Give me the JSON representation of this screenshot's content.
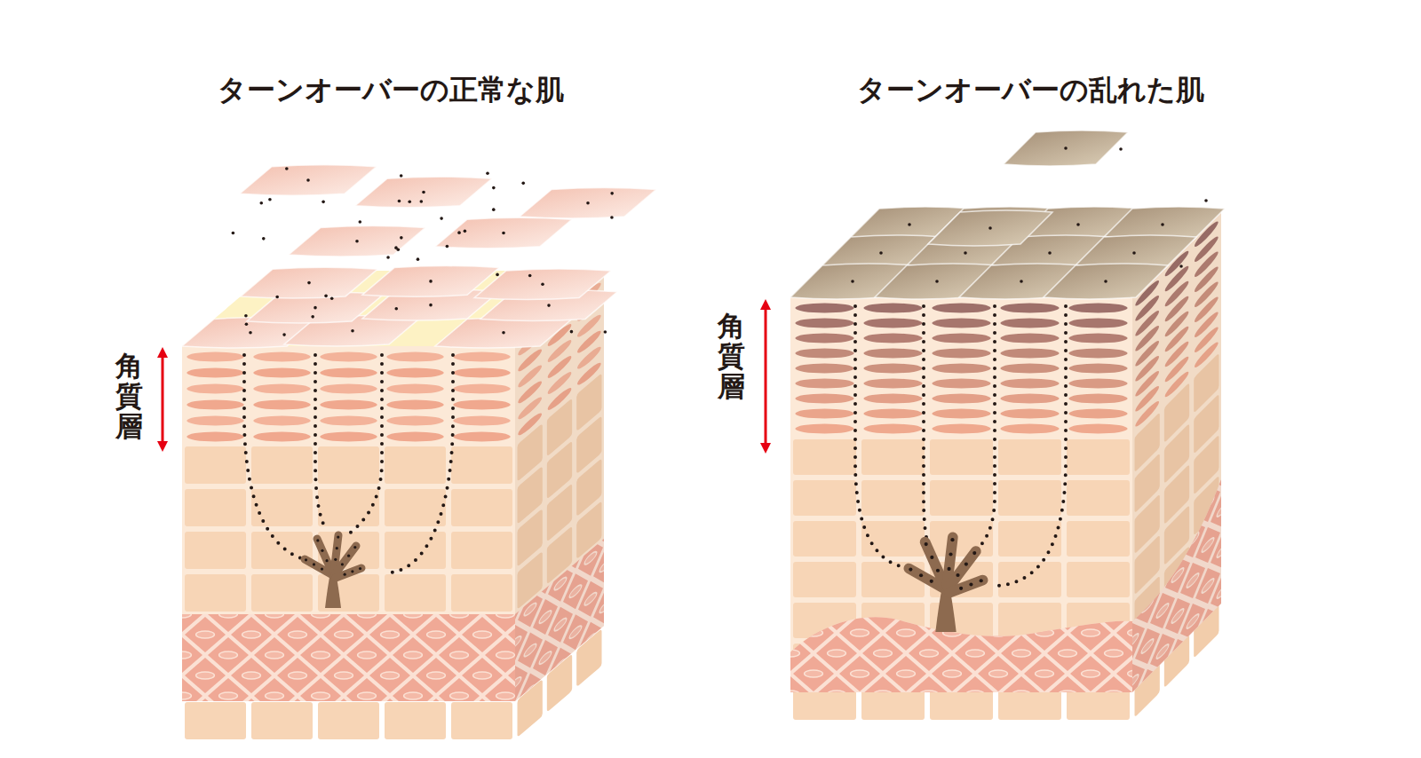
{
  "diagram": {
    "labels": [
      "ターンオーバーの正常な肌",
      "ターンオーバーの乱れた肌",
      "角質層",
      "角質層"
    ]
  }
}
